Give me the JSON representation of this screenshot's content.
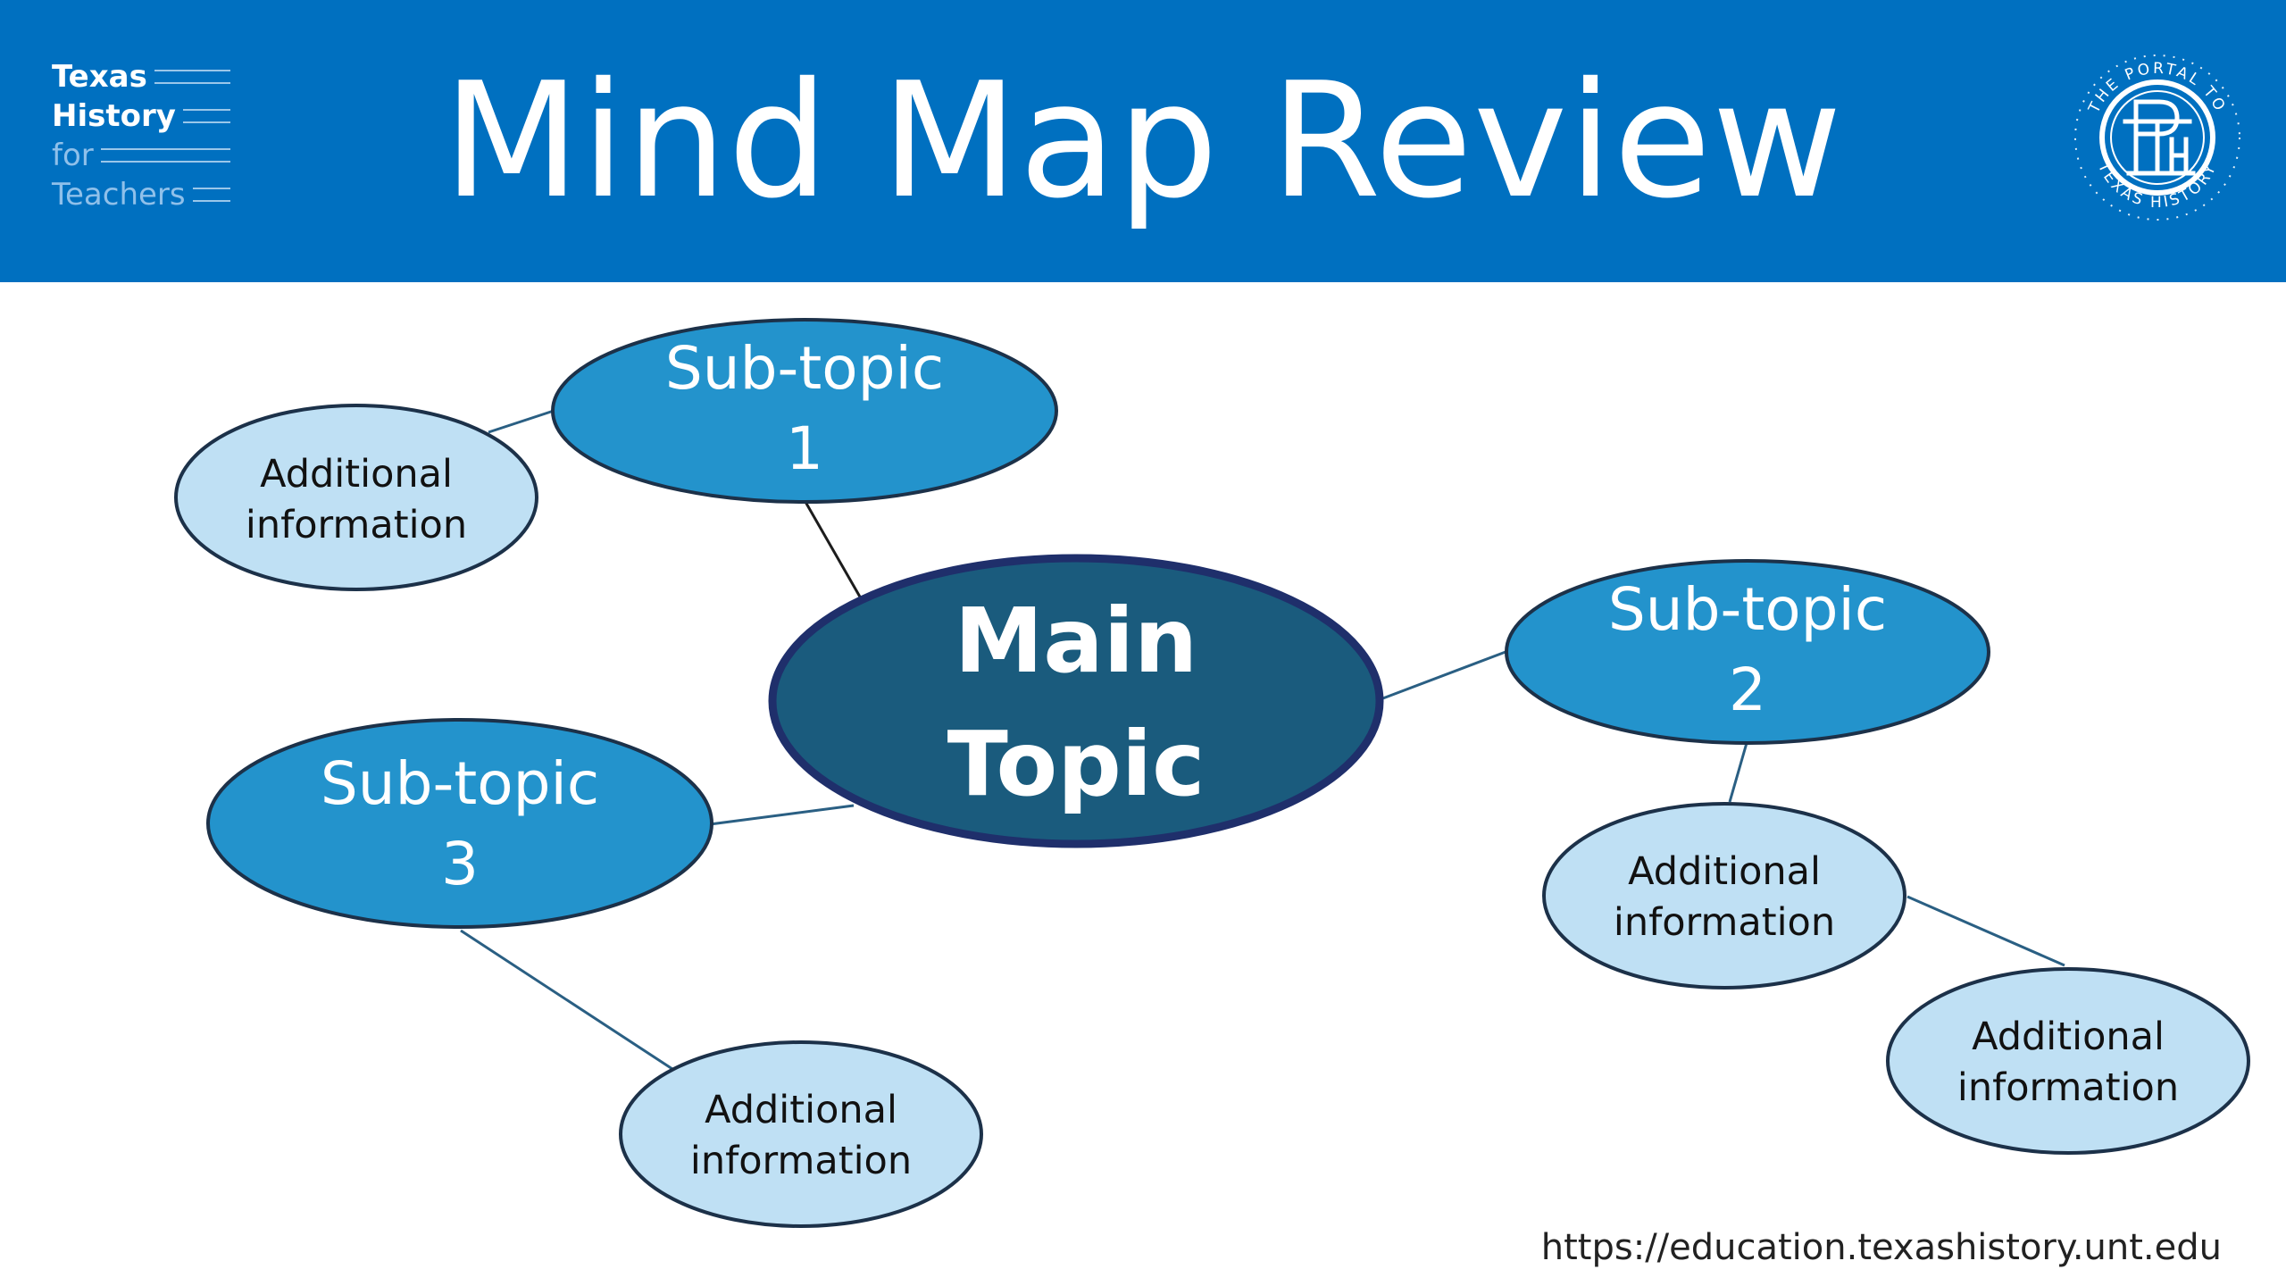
{
  "slide": {
    "title": "Mind Map Review",
    "footer_url": "https://education.texashistory.unt.edu"
  },
  "branding": {
    "logo_lines": [
      "Texas",
      "History",
      "for",
      "Teachers"
    ],
    "seal_text_top": "THE PORTAL TO",
    "seal_text_bottom": "TEXAS HISTORY",
    "seal_monogram": "PTH"
  },
  "mind_map": {
    "main_topic": {
      "lines": [
        "Main",
        "Topic"
      ]
    },
    "subtopics": [
      {
        "lines": [
          "Sub-topic",
          "1"
        ]
      },
      {
        "lines": [
          "Sub-topic",
          "2"
        ]
      },
      {
        "lines": [
          "Sub-topic",
          "3"
        ]
      }
    ],
    "details": [
      {
        "lines": [
          "Additional",
          "information"
        ]
      },
      {
        "lines": [
          "Additional",
          "information"
        ]
      },
      {
        "lines": [
          "Additional",
          "information"
        ]
      },
      {
        "lines": [
          "Additional",
          "information"
        ]
      }
    ]
  },
  "colors": {
    "header_blue": "#0070c0",
    "main_fill": "#1a5b7d",
    "main_border": "#1f2f6b",
    "subtopic_fill": "#2393cc",
    "detail_fill": "#bfe0f4",
    "outline": "#1c3149",
    "connector": "#2a5f83"
  }
}
